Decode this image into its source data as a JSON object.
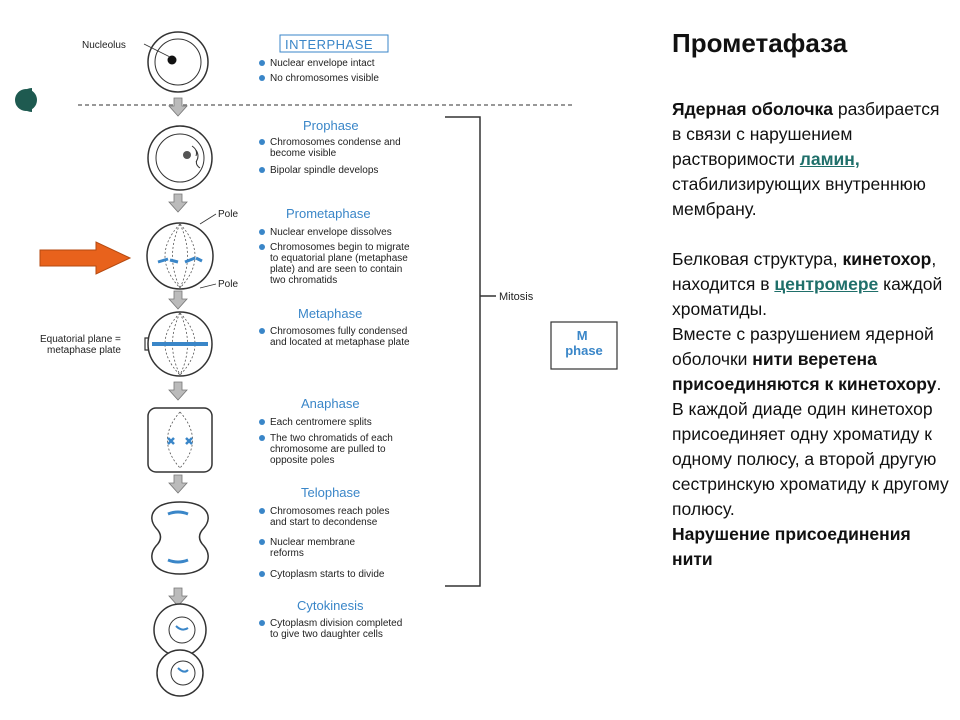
{
  "diagram": {
    "nucleolus_label": "Nucleolus",
    "interphase": {
      "title": "INTERPHASE",
      "bullets": [
        "Nuclear envelope intact",
        "No chromosomes visible"
      ]
    },
    "prophase": {
      "title": "Prophase",
      "bullets": [
        [
          "Chromosomes condense and",
          "become visible"
        ],
        [
          "Bipolar spindle develops"
        ]
      ]
    },
    "prometaphase": {
      "title": "Prometaphase",
      "bullets": [
        [
          "Nuclear envelope dissolves"
        ],
        [
          "Chromosomes begin to migrate",
          "to equatorial plane (metaphase",
          "plate) and are seen to contain",
          "two chromatids"
        ]
      ]
    },
    "metaphase": {
      "title": "Metaphase",
      "bullets": [
        [
          "Chromosomes fully condensed",
          "and located at metaphase plate"
        ]
      ]
    },
    "anaphase": {
      "title": "Anaphase",
      "bullets": [
        [
          "Each centromere splits"
        ],
        [
          "The two chromatids of each",
          "chromosome are pulled to",
          "opposite poles"
        ]
      ]
    },
    "telophase": {
      "title": "Telophase",
      "bullets": [
        [
          "Chromosomes reach poles",
          "and start to decondense"
        ],
        [
          "Nuclear membrane",
          "reforms"
        ],
        [
          "Cytoplasm starts to divide"
        ]
      ]
    },
    "cytokinesis": {
      "title": "Cytokinesis",
      "bullets": [
        [
          "Cytoplasm division completed",
          "to give two daughter cells"
        ]
      ]
    },
    "pole_label": "Pole",
    "equatorial_label": [
      "Equatorial plane =",
      "metaphase plate"
    ],
    "mitosis_label": "Mitosis",
    "mphase_label": [
      "M",
      "phase"
    ]
  },
  "panel": {
    "title": "Прометафаза",
    "p1_bold": "Ядерная оболочка",
    "p1_text": " разбирается в связи с нарушением растворимости ",
    "p1_link": "ламин,",
    "p1_tail": " стабилизирующих внутреннюю мембрану.",
    "p2_text": "Белковая структура, ",
    "p2_bold": "кинетохор",
    "p2_text2": ", находится в ",
    "p2_link": "центромере",
    "p2_tail": " каждой хроматиды.",
    "p3_text": "Вместе с разрушением ядерной оболочки ",
    "p3_bold": "нити веретена присоединяются к кинетохору",
    "p3_tail": ".",
    "p4_text": "В каждой диаде один кинетохор присоединяет одну хроматиду к одному полюсу, а второй другую сестринскую хроматиду к другому полюсу.",
    "p5_bold": "Нарушение присоединения нити"
  },
  "colors": {
    "stage_blue": "#3a86c8",
    "arrow_orange": "#e8621c",
    "slide_teal": "#1e5a50",
    "link": "#1f6f6a"
  }
}
